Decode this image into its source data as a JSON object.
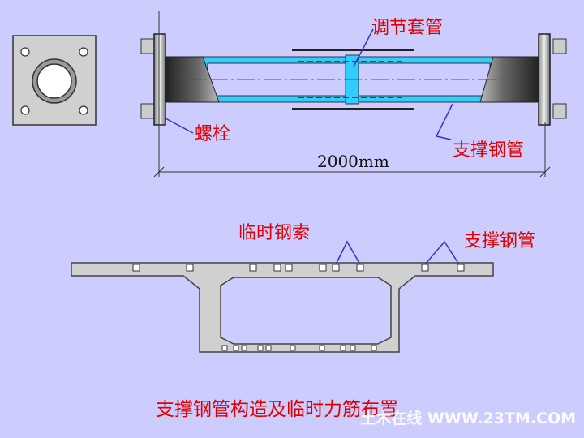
{
  "labels": {
    "adjusting_sleeve": "调节套管",
    "bolt": "螺栓",
    "steel_pipe_top": "支撑钢管",
    "length": "2000mm",
    "temp_cable": "临时钢索",
    "steel_pipe_bottom": "支撑钢管"
  },
  "caption": "支撑钢管构造及临时力筋布置",
  "watermark": "土木在线 WWW.23TM.COM",
  "colors": {
    "background": "#ccccff",
    "label_red": "#e00000",
    "pipe_cyan": "#33ccff",
    "section_fill": "#d0d0d0",
    "line_blue": "#3333cc"
  }
}
